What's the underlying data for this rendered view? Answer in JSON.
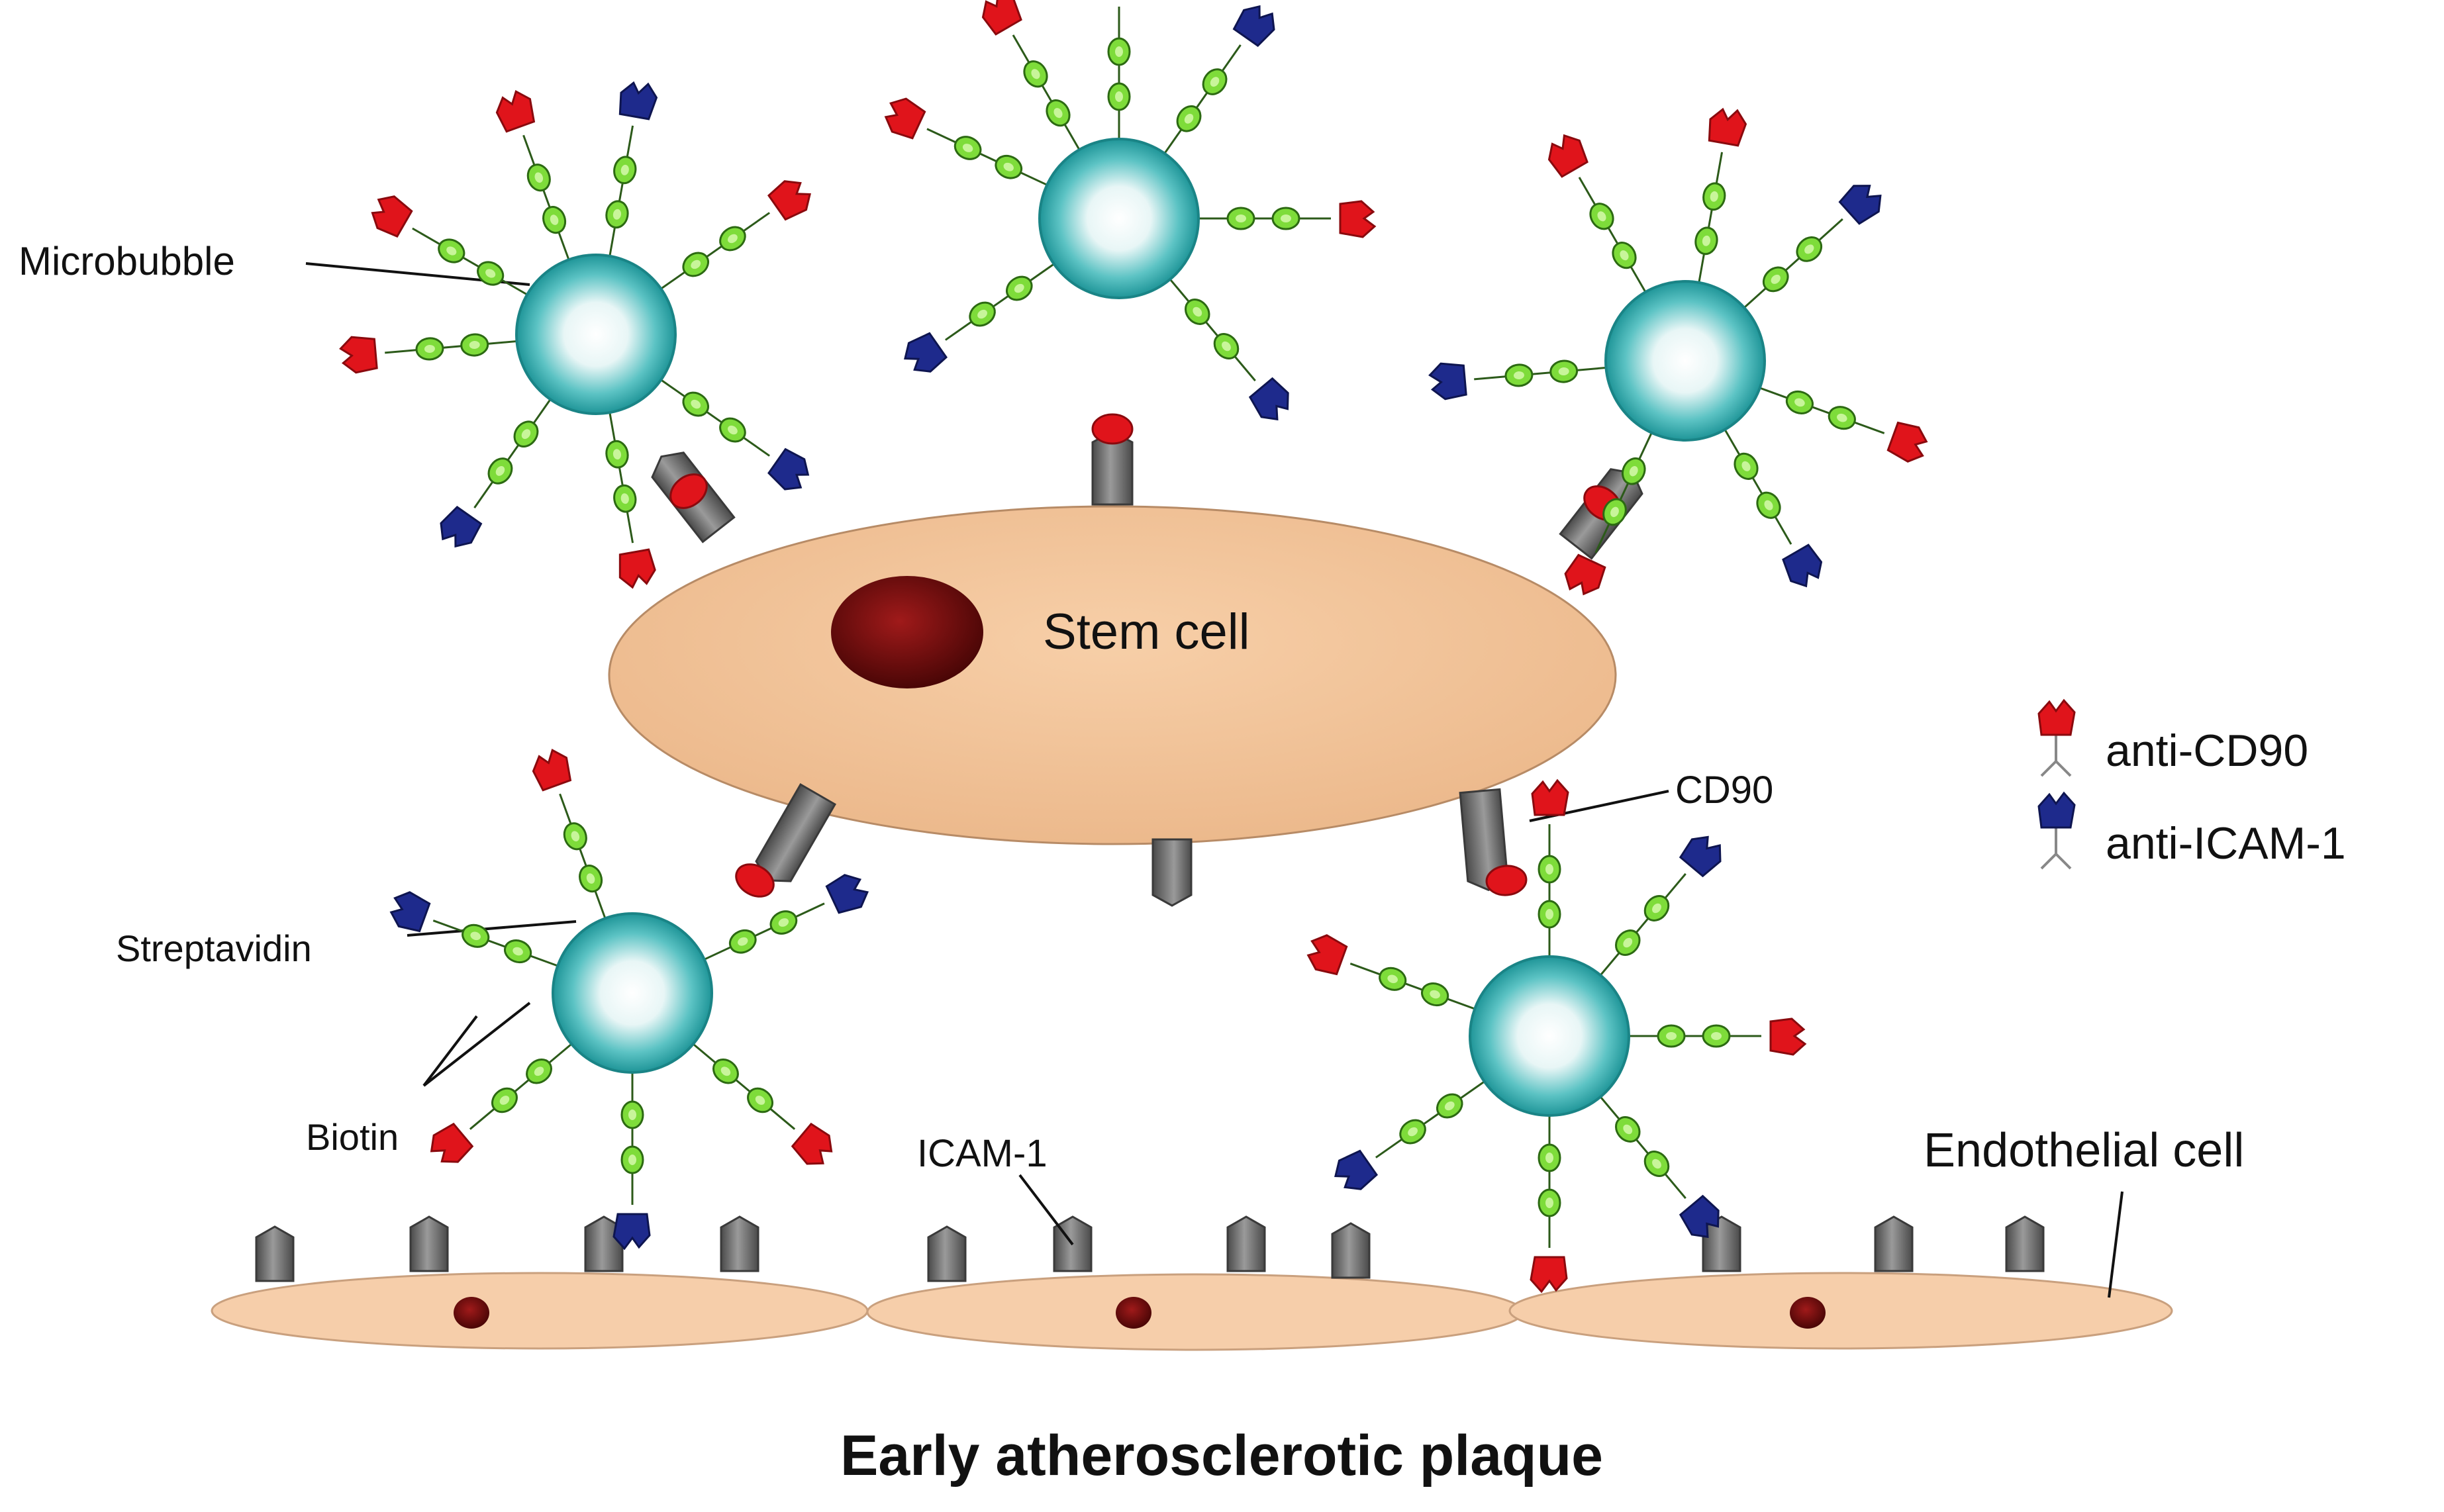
{
  "title": "Early atherosclerotic plaque",
  "labels": {
    "microbubble": "Microbubble",
    "stem_cell": "Stem cell",
    "cd90": "CD90",
    "streptavidin": "Streptavidin",
    "biotin": "Biotin",
    "icam1": "ICAM-1",
    "endothelial_cell": "Endothelial cell"
  },
  "legend": {
    "anti_cd90": "anti-CD90",
    "anti_icam1": "anti-ICAM-1"
  },
  "colors": {
    "anti_cd90": "#e0141b",
    "anti_icam1": "#1e2a8c",
    "microbubble": "#2fa6a9",
    "stem_cell": "#f2c49c",
    "endothelial_cell": "#f6ceaa",
    "nucleus": "#6e0c0c",
    "receptor": "#6a6a6a",
    "biotin_streptavidin": "#7edc3a"
  }
}
